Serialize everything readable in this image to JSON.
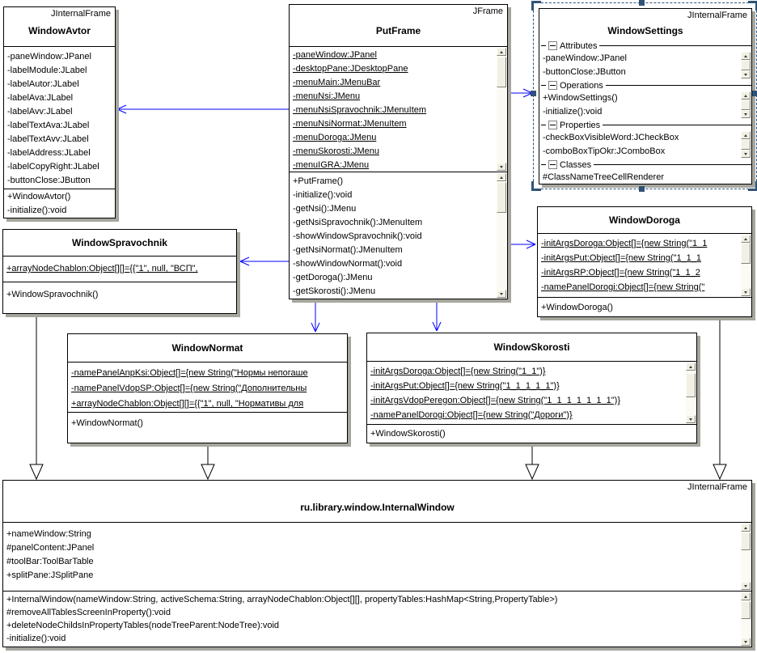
{
  "diagram": {
    "colors": {
      "association": "#0000ff",
      "generalization": "#000000",
      "selection": "#2f5376",
      "shadow": "#a6a69e"
    },
    "classes": {
      "windowAvtor": {
        "stereotype": "JInternalFrame",
        "name": "WindowAvtor",
        "attributes": [
          "-paneWindow:JPanel",
          "-labelModule:JLabel",
          "-labelAutor:JLabel",
          "-labelAva:JLabel",
          "-labelAvv:JLabel",
          "-labelTextAva:JLabel",
          "-labelTextAvv:JLabel",
          "-labelAddress:JLabel",
          "-labelCopyRight:JLabel",
          "-buttonClose:JButton"
        ],
        "operations": [
          "+WindowAvtor()",
          "-initialize():void"
        ]
      },
      "putFrame": {
        "stereotype": "JFrame",
        "name": "PutFrame",
        "attributes": [
          "-paneWindow:JPanel",
          "-desktopPane:JDesktopPane",
          "-menuMain:JMenuBar",
          "-menuNsi:JMenu",
          "-menuNsiSpravochnik:JMenuItem",
          "-menuNsiNormat:JMenuItem",
          "-menuDoroga:JMenu",
          "-menuSkorosti:JMenu",
          "-menuIGRA:JMenu"
        ],
        "operations": [
          "+PutFrame()",
          "-initialize():void",
          "-getNsi():JMenu",
          "-getNsiSpravochnik():JMenuItem",
          "-showWindowSpravochnik():void",
          "-getNsiNormat():JMenuItem",
          "-showWindowNormat():void",
          "-getDoroga():JMenu",
          "-getSkorosti():JMenu"
        ]
      },
      "windowSettings": {
        "stereotype": "JInternalFrame",
        "name": "WindowSettings",
        "sections": [
          {
            "label": "Attributes",
            "items": [
              "-paneWindow:JPanel",
              "-buttonClose:JButton"
            ]
          },
          {
            "label": "Operations",
            "items": [
              "+WindowSettings()",
              "-initialize():void"
            ]
          },
          {
            "label": "Properties",
            "items": [
              "-checkBoxVisibleWord:JCheckBox",
              "-comboBoxTipOkr:JComboBox"
            ]
          },
          {
            "label": "Classes",
            "items": [
              "#ClassNameTreeCellRenderer"
            ]
          }
        ]
      },
      "windowDoroga": {
        "name": "WindowDoroga",
        "attributes": [
          "-initArgsDoroga:Object[]={new String(\"1_1",
          "-initArgsPut:Object[]={new String(\"1_1_1",
          "-initArgsRP:Object[]={new String(\"1_1_2",
          "-namePanelDorogi:Object[]={new String(\""
        ],
        "operations": [
          "+WindowDoroga()"
        ]
      },
      "windowSpravochnik": {
        "name": "WindowSpravochnik",
        "attributes": [
          "+arrayNodeChablon:Object[][]={{\"1\", null, \"ВСП\","
        ],
        "operations": [
          "+WindowSpravochnik()"
        ]
      },
      "windowNormat": {
        "name": "WindowNormat",
        "attributes": [
          "-namePanelAnpKsi:Object[]={new String(\"Нормы непогаше",
          "-namePanelVdopSP:Object[]={new String(\"Дополнительны",
          "+arrayNodeChablon:Object[][]={{\"1\", null, \"Нормативы для"
        ],
        "operations": [
          "+WindowNormat()"
        ]
      },
      "windowSkorosti": {
        "name": "WindowSkorosti",
        "attributes": [
          "-initArgsDoroga:Object[]={new String(\"1_1\")}",
          "-initArgsPut:Object[]={new String(\"1_1_1_1_1\")}",
          "-initArgsVdopPeregon:Object[]={new String(\"1_1_1_1_1_1_1\")}",
          "-namePanelDorogi:Object[]={new String(\"Дороги\")}"
        ],
        "operations": [
          "+WindowSkorosti()"
        ]
      },
      "internalWindow": {
        "stereotype": "JInternalFrame",
        "name": "ru.library.window.InternalWindow",
        "attributes": [
          "+nameWindow:String",
          "#panelContent:JPanel",
          "#toolBar:ToolBarTable",
          "+splitPane:JSplitPane"
        ],
        "operations": [
          "+InternalWindow(nameWindow:String, activeSchema:String, arrayNodeChablon:Object[][], propertyTables:HashMap<String,PropertyTable>)",
          "#removeAllTablesScreenInProperty():void",
          "+deleteNodeChildsInPropertyTables(nodeTreeParent:NodeTree):void",
          "-initialize():void"
        ]
      }
    }
  }
}
